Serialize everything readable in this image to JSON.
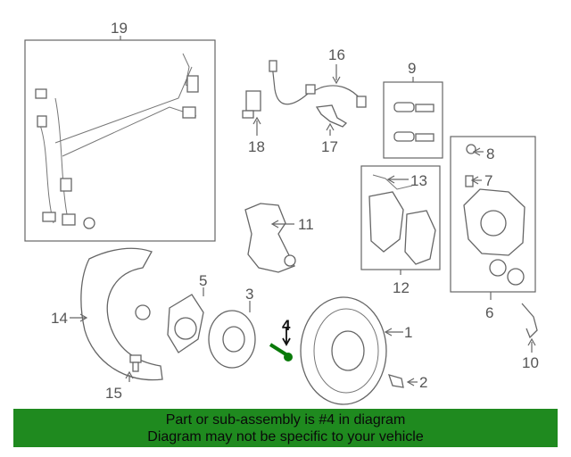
{
  "callouts": {
    "n1": "1",
    "n2": "2",
    "n3": "3",
    "n4": "4",
    "n5": "5",
    "n6": "6",
    "n7": "7",
    "n8": "8",
    "n9": "9",
    "n10": "10",
    "n11": "11",
    "n12": "12",
    "n13": "13",
    "n14": "14",
    "n15": "15",
    "n16": "16",
    "n17": "17",
    "n18": "18",
    "n19": "19"
  },
  "highlight": {
    "part_number": "4",
    "color": "#1f8a1f"
  },
  "banner": {
    "line1": "Part or sub-assembly is #4 in diagram",
    "line2": "Diagram may not be specific to your vehicle",
    "color": "#1f8a1f"
  }
}
